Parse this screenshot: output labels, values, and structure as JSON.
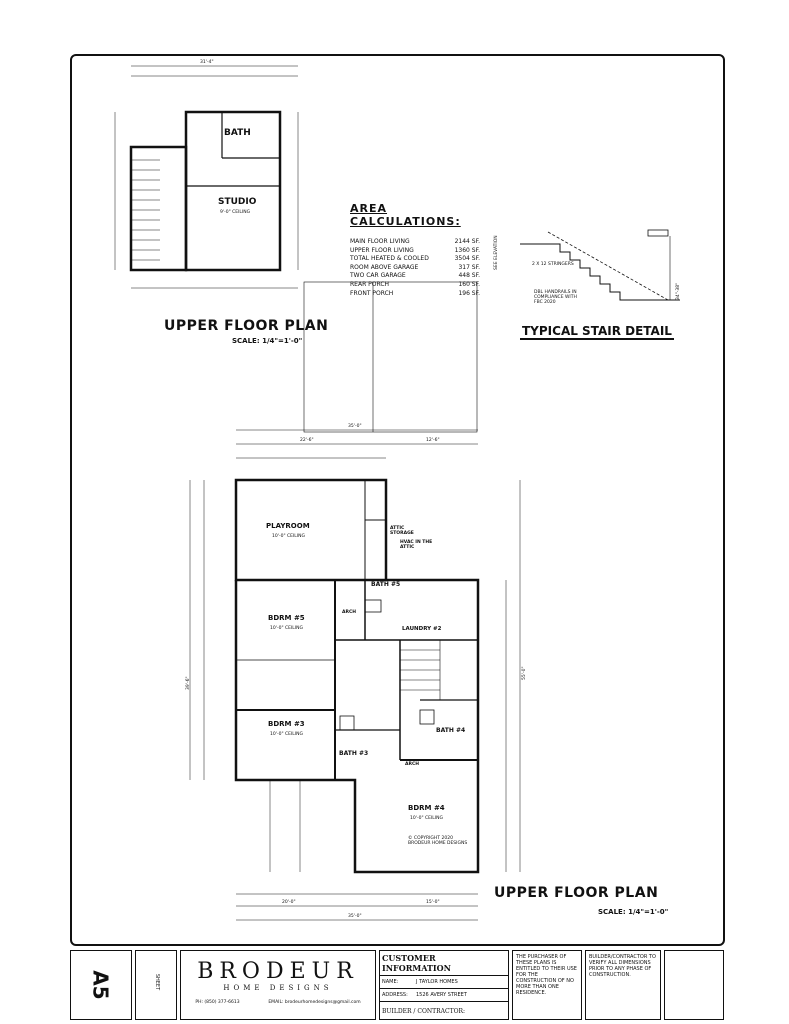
{
  "plans": {
    "upper_small": {
      "title": "UPPER FLOOR PLAN",
      "scale": "SCALE: 1/4\"=1'-0\""
    },
    "upper_main": {
      "title": "UPPER FLOOR PLAN",
      "scale": "SCALE: 1/4\"=1'-0\""
    }
  },
  "rooms_small": {
    "bath": "BATH",
    "studio": "STUDIO",
    "studio_ceiling": "9'-0\" CEILING"
  },
  "rooms_main": {
    "playroom": "PLAYROOM",
    "playroom_ceiling": "10'-0\" CEILING",
    "bdrm5": "BDRM #5",
    "bdrm5_ceiling": "10'-0\" CEILING",
    "bdrm3": "BDRM #3",
    "bdrm3_ceiling": "10'-0\" CEILING",
    "bdrm4": "BDRM #4",
    "bdrm4_ceiling": "10'-0\" CEILING",
    "bath5": "BATH #5",
    "bath3": "BATH #3",
    "bath4": "BATH #4",
    "laundry": "LAUNDRY #2",
    "attic": "ATTIC STORAGE",
    "hvac": "HVAC IN THE ATTIC",
    "arch1": "ARCH",
    "arch2": "ARCH"
  },
  "dims": {
    "top_overall": "31'-4\"",
    "main_top": "35'-0\"",
    "main_bottom": "35'-0\"",
    "main_bottom_left": "20'-0\"",
    "main_bottom_right": "15'-0\"",
    "main_right": "55'-0\"",
    "main_left": "39'-6\"",
    "main_sub1": "22'-6\"",
    "main_sub2": "12'-6\""
  },
  "area_calculations": {
    "title": "AREA CALCULATIONS:",
    "rows": [
      {
        "label": "MAIN FLOOR LIVING",
        "value": "2144 SF."
      },
      {
        "label": "UPPER FLOOR LIVING",
        "value": "1360 SF."
      },
      {
        "label": "TOTAL HEATED & COOLED",
        "value": "3504 SF."
      },
      {
        "label": "ROOM ABOVE GARAGE",
        "value": "317 SF."
      },
      {
        "label": "TWO CAR GARAGE",
        "value": "448 SF."
      },
      {
        "label": "REAR PORCH",
        "value": "160 SF."
      },
      {
        "label": "FRONT PORCH",
        "value": "196 SF."
      }
    ]
  },
  "stair": {
    "title": "TYPICAL STAIR DETAIL",
    "note1": "2 X 12 STRINGERS",
    "note2": "DBL HANDRAILS IN COMPLIANCE WITH FBC 2020",
    "side": "SEE ELEVATION",
    "height": "34\"-38\""
  },
  "copyright": "© COPYRIGHT 2020 BRODEUR HOME DESIGNS",
  "title_block": {
    "sheet": "A5",
    "sheet_label": "SHEET",
    "brand": "BRODEUR",
    "brand_sub": "HOME DESIGNS",
    "phone": "PH: (850) 377-6613",
    "email": "EMAIL: brodeurhomedesigns@gmail.com",
    "customer_header": "CUSTOMER INFORMATION",
    "name_label": "NAME:",
    "name_value": "J TAYLOR HOMES",
    "address_label": "ADDRESS:",
    "address_value": "1526 AVERY STREET",
    "builder_label": "BUILDER / CONTRACTOR:",
    "notes": "THE PURCHASER OF THESE PLANS IS ENTITLED TO THEIR USE FOR THE CONSTRUCTION OF NO MORE THAN ONE RESIDENCE.",
    "builder_notes": "BUILDER/CONTRACTOR TO VERIFY ALL DIMENSIONS PRIOR TO ANY PHASE OF CONSTRUCTION."
  }
}
